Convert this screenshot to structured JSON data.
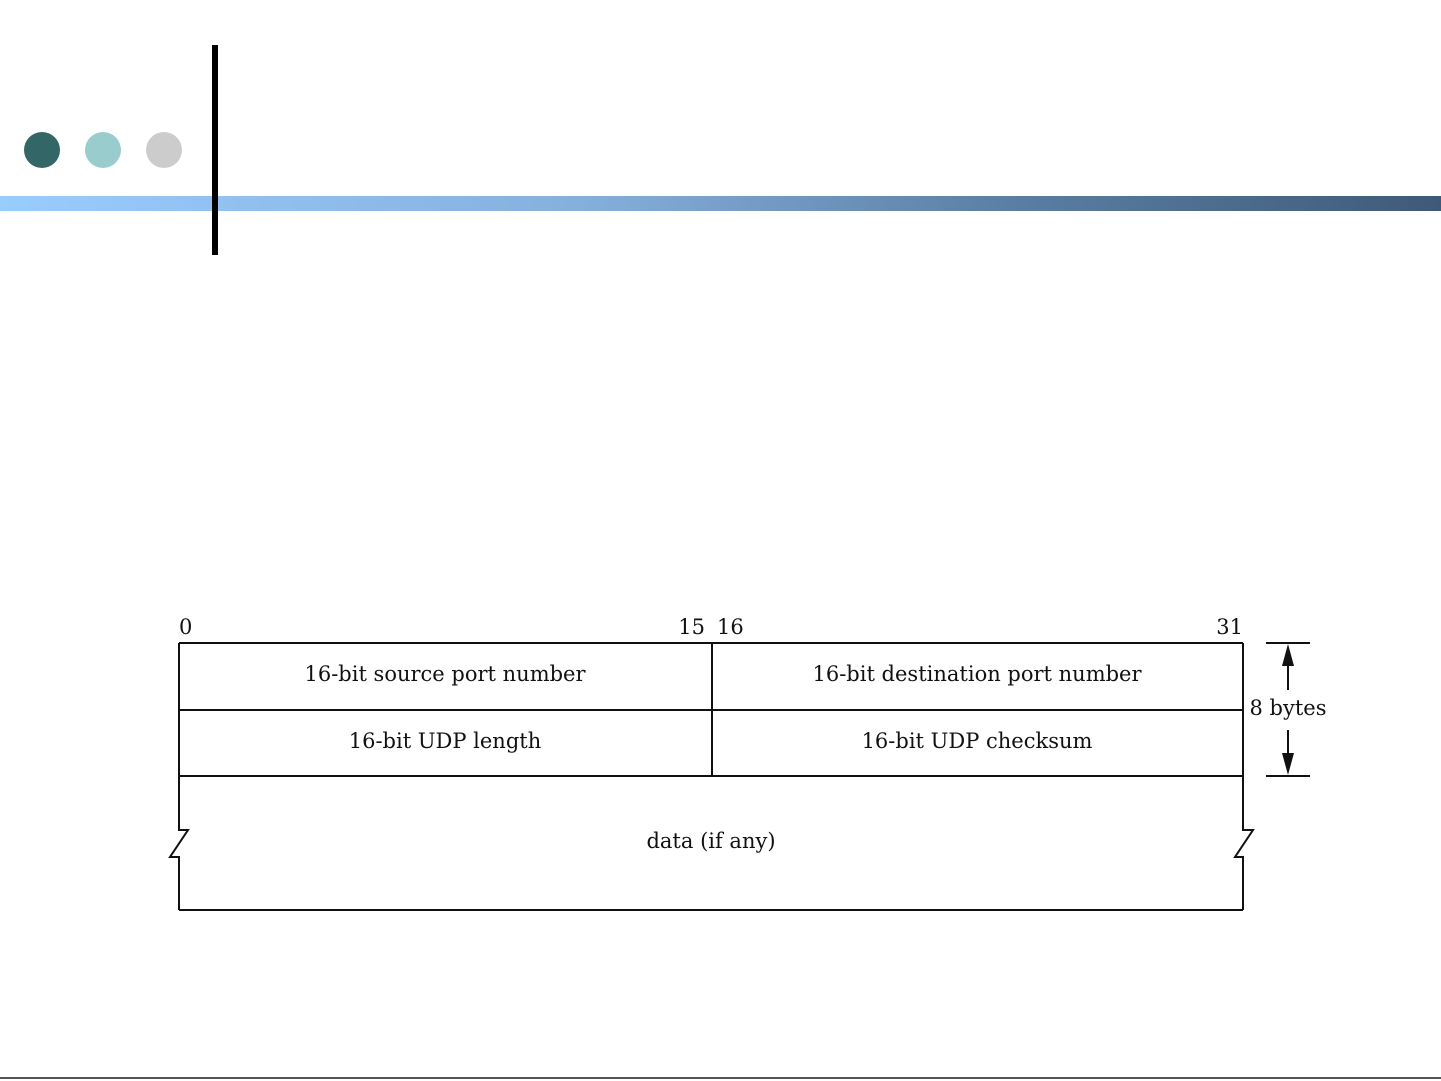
{
  "theme": {
    "dot_colors": [
      "#336666",
      "#99cccc",
      "#cccccc"
    ]
  },
  "diagram": {
    "bit_labels": {
      "start": "0",
      "mid_end": "15",
      "mid_start": "16",
      "end": "31"
    },
    "fields": {
      "source_port": "16-bit source port number",
      "dest_port": "16-bit destination port number",
      "length": "16-bit UDP length",
      "checksum": "16-bit UDP checksum",
      "data": "data (if any)"
    },
    "size_label": "8 bytes"
  }
}
